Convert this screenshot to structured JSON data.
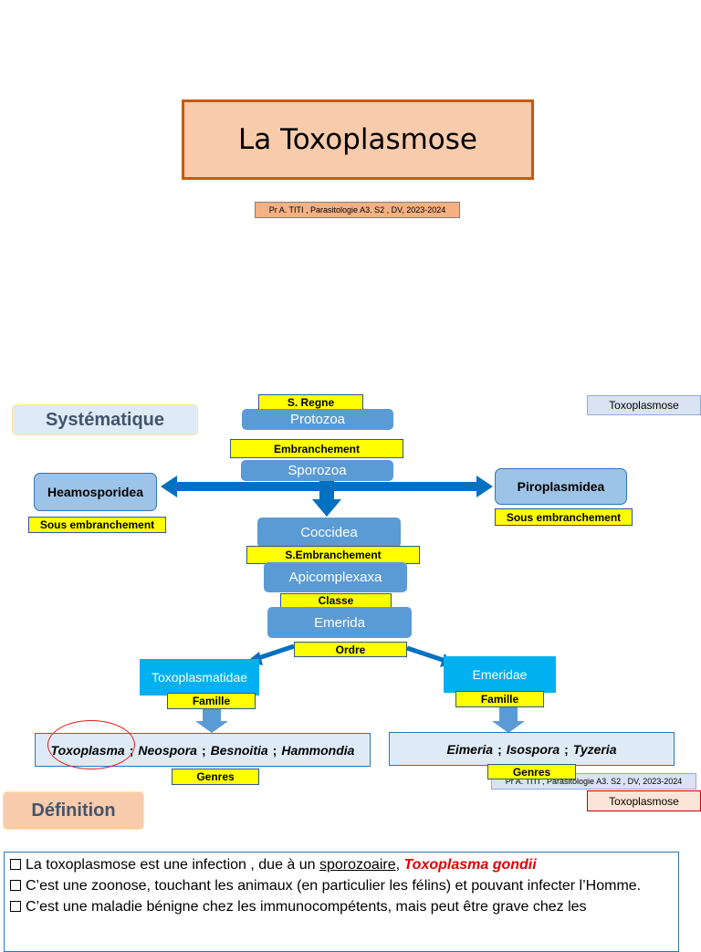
{
  "header": {
    "title": "La Toxoplasmose",
    "citation": "Pr A. TITI ,  Parasitologie A3. S2 , DV, 2023-2024"
  },
  "tags": {
    "right_top": "Toxoplasmose",
    "right_bottom": "Toxoplasmose",
    "citation_bottom": "Pr A. TITI ,  Parasitologie A3. S2 , DV, 2023-2024"
  },
  "sections": {
    "systematique": "Systématique",
    "definition": "Définition"
  },
  "taxonomy": {
    "sous_regne_label": "S. Regne",
    "sous_regne": "Protozoa",
    "embranchement_label": "Embranchement",
    "embranchement": "Sporozoa",
    "left_branch": "Heamosporidea",
    "left_branch_label": "Sous embranchement",
    "right_branch": "Piroplasmidea",
    "right_branch_label": "Sous embranchement",
    "coccidea": "Coccidea",
    "s_embranchement_label": "S.Embranchement",
    "apicomplexaxa": "Apicomplexaxa",
    "classe_label": "Classe",
    "emerida": "Emerida",
    "ordre_label": "Ordre",
    "family_left": "Toxoplasmatidae",
    "family_left_label": "Famille",
    "family_right": "Emeridae",
    "family_right_label": "Famille",
    "genres_left": [
      "Toxoplasma",
      "Neospora",
      "Besnoitia",
      "Hammondia"
    ],
    "genres_left_label": "Genres",
    "genres_right": [
      "Eimeria",
      "Isospora",
      "Tyzeria"
    ],
    "genres_right_label": "Genres",
    "separator": ";"
  },
  "definition": {
    "line1_a": "La toxoplasmose est une infection ,  due à un ",
    "line1_u": "sporozoaire,",
    "line1_red": " Toxoplasma gondii",
    "line2": "C’est une zoonose, touchant les animaux (en particulier les félins) et pouvant infecter l’Homme.",
    "line3": "C’est une  maladie bénigne chez les immunocompétents, mais peut être grave chez les"
  },
  "colors": {
    "arrow": "#0070c0",
    "arrow_light": "#5b9bd5",
    "label_yellow": "#ffff00",
    "red_text": "#e00000"
  }
}
